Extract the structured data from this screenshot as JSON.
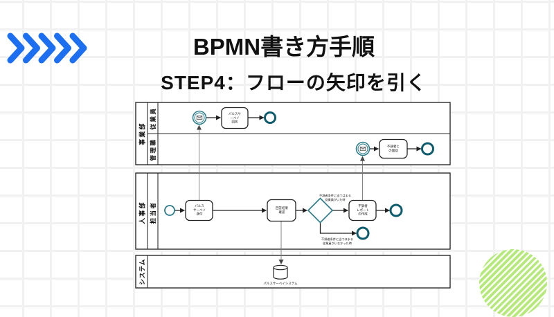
{
  "header": {
    "title": "BPMN書き方手順",
    "subtitle": "STEP4：フローの矢印を引く"
  },
  "decor": {
    "chevron_count": 5,
    "chevron_color": "#1d6ff2",
    "green_stripe_color": "#b5e97a"
  },
  "diagram": {
    "pools": [
      {
        "name": "事業部",
        "lanes": [
          "従業員",
          "管理職"
        ]
      },
      {
        "name": "人事部",
        "lanes": [
          "担当者"
        ]
      },
      {
        "name": "システム",
        "lanes": []
      }
    ],
    "tasks": [
      {
        "label": "パルスサ\nーベイ\n回答"
      },
      {
        "label": "不調者と\nの面談"
      },
      {
        "label": "パルス\nサーベイ\n送付"
      },
      {
        "label": "回答結果\n確認"
      },
      {
        "label": "不調者\nレポート\nの作成"
      }
    ],
    "flow_labels": [
      {
        "label": "不調者条件に当てはまる\n従業員がいた時"
      },
      {
        "label": "不調者条件に当てはまる\n従業員がいなかった時"
      }
    ],
    "datastore_label": "パルスサーベイシステム",
    "colors": {
      "event_stroke": "#2a7a8a",
      "end_event_stroke": "#0d5c6d",
      "task_stroke": "#222222",
      "flow_stroke": "#222222",
      "message_flow_stroke": "#777777"
    }
  }
}
